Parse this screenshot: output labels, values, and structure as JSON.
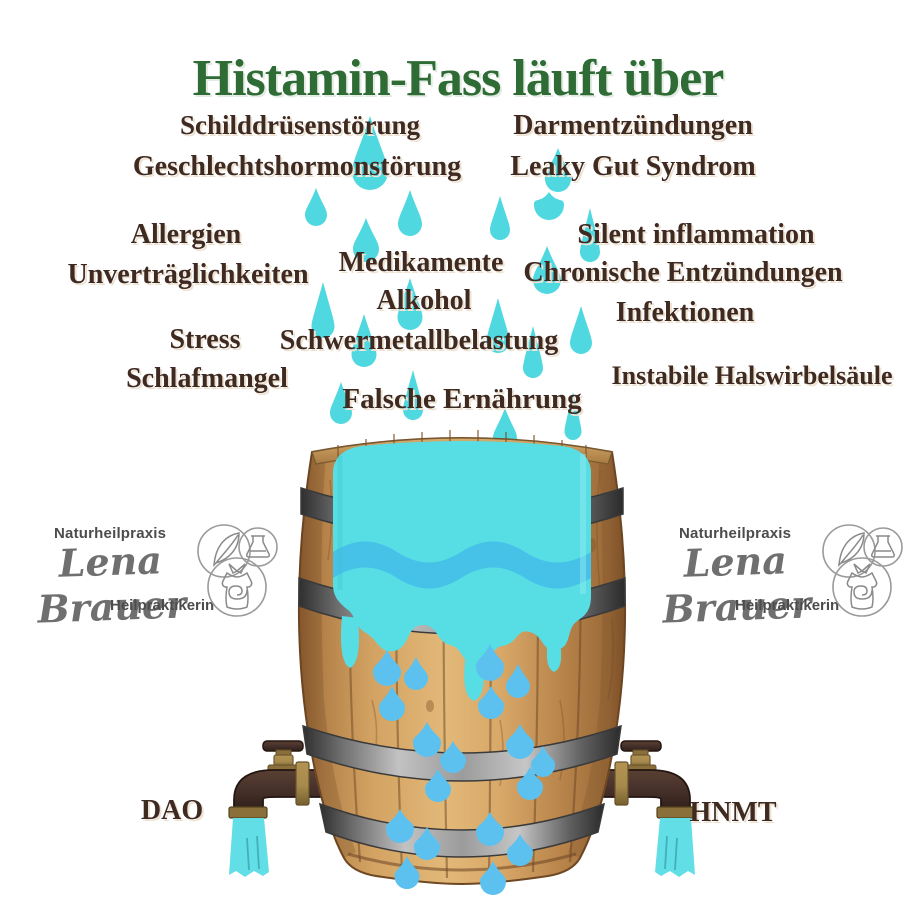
{
  "title": "Histamin-Fass läuft über",
  "triggers": [
    "Schilddrüsenstörung",
    "Geschlechtshormonstörung",
    "Darmentzündungen",
    "Leaky Gut Syndrom",
    "Allergien",
    "Unverträglichkeiten",
    "Medikamente",
    "Alkohol",
    "Silent inflammation",
    "Chronische Entzündungen",
    "Infektionen",
    "Stress",
    "Schlafmangel",
    "Schwermetallbelastung",
    "Falsche Ernährung",
    "Instabile Halswirbelsäule"
  ],
  "enzymes": {
    "left": "DAO",
    "right": "HNMT"
  },
  "logo": {
    "praxis": "Naturheilpraxis",
    "name": "Lena Brauer",
    "subtitle": "Heilpraktikerin"
  },
  "colors": {
    "title_green": "#2e6b35",
    "text_brown": "#3f2a22",
    "drop_turquoise": "#4fd8e0",
    "drop_blue": "#5cc1ef",
    "water_cascade": "#57dee5",
    "water_wave": "#46c1e8",
    "wood_light": "#d8a868",
    "wood_dark": "#8f5f30",
    "band_gray": "#9b9b9b",
    "faucet_brown": "#46302a",
    "brass": "#a68a4c",
    "logo_gray": "#6f6f6f"
  },
  "decor": {
    "streak_drops": [
      [
        370,
        116,
        36,
        74
      ],
      [
        316,
        188,
        22,
        38
      ],
      [
        410,
        190,
        24,
        46
      ],
      [
        500,
        196,
        20,
        44
      ],
      [
        558,
        148,
        26,
        44
      ],
      [
        366,
        218,
        26,
        44
      ],
      [
        549,
        192,
        30,
        28
      ],
      [
        590,
        208,
        20,
        54
      ],
      [
        323,
        282,
        23,
        56
      ],
      [
        410,
        278,
        25,
        52
      ],
      [
        547,
        246,
        28,
        48
      ],
      [
        364,
        314,
        25,
        53
      ],
      [
        498,
        298,
        23,
        55
      ],
      [
        581,
        306,
        22,
        48
      ],
      [
        533,
        326,
        20,
        52
      ],
      [
        341,
        382,
        22,
        42
      ],
      [
        413,
        370,
        20,
        50
      ],
      [
        505,
        408,
        24,
        42
      ],
      [
        573,
        392,
        17,
        48
      ]
    ],
    "round_drops": [
      [
        387,
        650,
        28,
        36
      ],
      [
        416,
        657,
        24,
        33
      ],
      [
        392,
        686,
        26,
        35
      ],
      [
        490,
        644,
        28,
        37
      ],
      [
        518,
        664,
        24,
        34
      ],
      [
        491,
        686,
        26,
        33
      ],
      [
        427,
        722,
        28,
        35
      ],
      [
        453,
        741,
        26,
        32
      ],
      [
        438,
        769,
        26,
        33
      ],
      [
        520,
        724,
        28,
        35
      ],
      [
        543,
        746,
        24,
        31
      ],
      [
        530,
        767,
        26,
        33
      ],
      [
        400,
        809,
        28,
        34
      ],
      [
        427,
        827,
        26,
        33
      ],
      [
        490,
        812,
        28,
        34
      ],
      [
        520,
        834,
        26,
        32
      ],
      [
        407,
        856,
        25,
        33
      ],
      [
        493,
        861,
        26,
        34
      ]
    ]
  }
}
